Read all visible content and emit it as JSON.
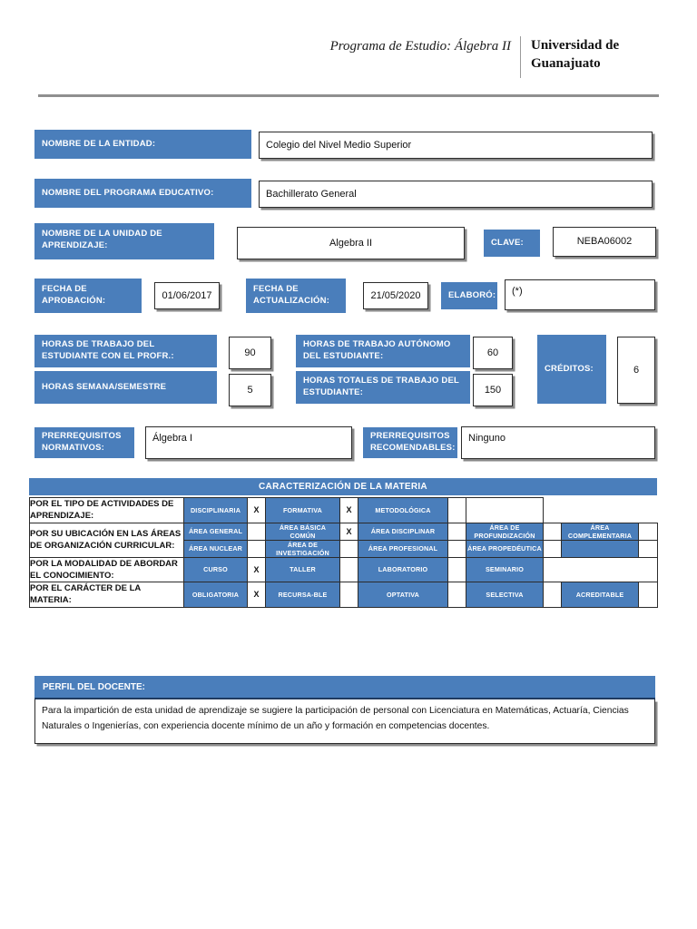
{
  "header": {
    "program_title": "Programa de Estudio: Álgebra II",
    "university": "Universidad de Guanajuato"
  },
  "fields": {
    "entidad_label": "NOMBRE DE LA ENTIDAD:",
    "entidad_value": "Colegio del Nivel Medio Superior",
    "programa_label": "NOMBRE DEL PROGRAMA EDUCATIVO:",
    "programa_value": "Bachillerato General",
    "unidad_label": "NOMBRE DE LA UNIDAD DE APRENDIZAJE:",
    "unidad_value": "Algebra II",
    "clave_label": "CLAVE:",
    "clave_value": "NEBA06002",
    "fecha_aprobacion_label": "FECHA DE APROBACIÓN:",
    "fecha_aprobacion_value": "01/06/2017",
    "fecha_actualizacion_label": "FECHA DE ACTUALIZACIÓN:",
    "fecha_actualizacion_value": "21/05/2020",
    "elaboro_label": "ELABORÓ:",
    "elaboro_value": "(*)"
  },
  "hours": {
    "profr_label": "HORAS DE TRABAJO DEL ESTUDIANTE CON EL PROFR.:",
    "profr_value": "90",
    "semana_label": "HORAS SEMANA/SEMESTRE",
    "semana_value": "5",
    "autonomo_label": "HORAS DE TRABAJO AUTÓNOMO DEL ESTUDIANTE:",
    "autonomo_value": "60",
    "totales_label": "HORAS TOTALES DE TRABAJO DEL ESTUDIANTE:",
    "totales_value": "150",
    "creditos_label": "CRÉDITOS:",
    "creditos_value": "6"
  },
  "prereqs": {
    "normativos_label": "PRERREQUISITOS NORMATIVOS:",
    "normativos_value": "Álgebra I",
    "recomendables_label": "PRERREQUISITOS RECOMENDABLES:",
    "recomendables_value": "Ninguno"
  },
  "caracterizacion": {
    "title": "CARACTERIZACIÓN DE LA MATERIA",
    "rows": [
      {
        "label": "POR EL TIPO DE ACTIVIDADES DE APRENDIZAJE:",
        "options": [
          {
            "text": "DISCIPLINARIA",
            "mark": "X"
          },
          {
            "text": "FORMATIVA",
            "mark": "X"
          },
          {
            "text": "METODOLÓGICA",
            "mark": ""
          }
        ]
      },
      {
        "label": "POR SU UBICACIÓN EN LAS ÁREAS DE ORGANIZACIÓN CURRICULAR:",
        "options": [
          {
            "text": "ÁREA GENERAL",
            "mark": ""
          },
          {
            "text": "ÁREA BÁSICA COMÚN",
            "mark": "X"
          },
          {
            "text": "ÁREA DISCIPLINAR",
            "mark": ""
          },
          {
            "text": "ÁREA DE PROFUNDIZACIÓN",
            "mark": ""
          },
          {
            "text": "ÁREA COMPLEMENTARIA",
            "mark": ""
          },
          {
            "text": "ÁREA NUCLEAR",
            "mark": ""
          },
          {
            "text": "ÁREA DE INVESTIGACIÓN",
            "mark": ""
          },
          {
            "text": "ÁREA PROFESIONAL",
            "mark": ""
          },
          {
            "text": "ÁREA PROPEDÉUTICA",
            "mark": ""
          }
        ]
      },
      {
        "label": "POR LA MODALIDAD DE ABORDAR EL CONOCIMIENTO:",
        "options": [
          {
            "text": "CURSO",
            "mark": "X"
          },
          {
            "text": "TALLER",
            "mark": ""
          },
          {
            "text": "LABORATORIO",
            "mark": ""
          },
          {
            "text": "SEMINARIO",
            "mark": ""
          }
        ]
      },
      {
        "label": "POR EL CARÁCTER DE LA MATERIA:",
        "options": [
          {
            "text": "OBLIGATORIA",
            "mark": "X"
          },
          {
            "text": "RECURSA-BLE",
            "mark": ""
          },
          {
            "text": "OPTATIVA",
            "mark": ""
          },
          {
            "text": "SELECTIVA",
            "mark": ""
          },
          {
            "text": "ACREDITABLE",
            "mark": ""
          }
        ]
      }
    ]
  },
  "perfil": {
    "label": "PERFIL DEL DOCENTE:",
    "text": "Para la impartición de esta unidad de aprendizaje se sugiere la participación de personal con Licenciatura en Matemáticas, Actuaría, Ciencias Naturales o Ingenierías, con experiencia docente mínimo de un año y formación en competencias docentes."
  },
  "colors": {
    "accent_blue": "#4a7ebb",
    "rule_gray": "#8f8f8f",
    "border_dark": "#2b2b2b"
  }
}
